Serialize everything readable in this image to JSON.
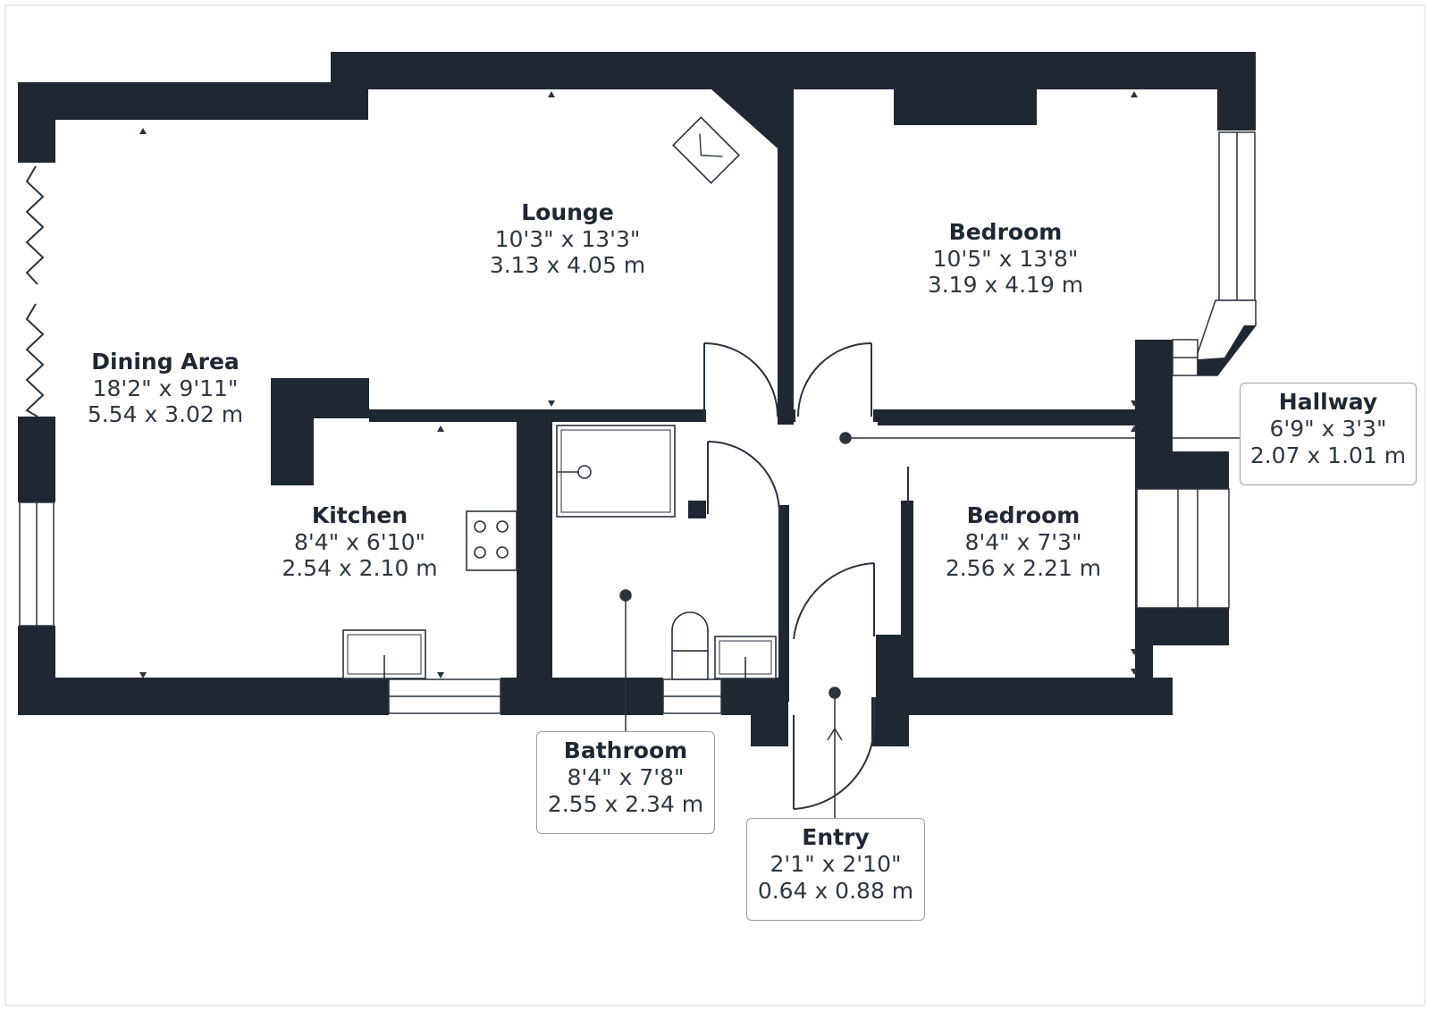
{
  "rooms": {
    "lounge": {
      "name": "Lounge",
      "imperial": "10'3\" x 13'3\"",
      "metric": "3.13 x 4.05 m"
    },
    "bedroom1": {
      "name": "Bedroom",
      "imperial": "10'5\" x 13'8\"",
      "metric": "3.19 x 4.19 m"
    },
    "dining": {
      "name": "Dining Area",
      "imperial": "18'2\" x 9'11\"",
      "metric": "5.54 x 3.02 m"
    },
    "kitchen": {
      "name": "Kitchen",
      "imperial": "8'4\" x 6'10\"",
      "metric": "2.54 x 2.10 m"
    },
    "bedroom2": {
      "name": "Bedroom",
      "imperial": "8'4\" x 7'3\"",
      "metric": "2.56 x 2.21 m"
    },
    "hallway": {
      "name": "Hallway",
      "imperial": "6'9\" x 3'3\"",
      "metric": "2.07 x 1.01 m"
    },
    "bathroom": {
      "name": "Bathroom",
      "imperial": "8'4\" x 7'8\"",
      "metric": "2.55 x 2.34 m"
    },
    "entry": {
      "name": "Entry",
      "imperial": "2'1\" x 2'10\"",
      "metric": "0.64 x 0.88 m"
    }
  },
  "colors": {
    "wall": "#1f2733",
    "line": "#2b323c",
    "callout_border": "#9aa0a6",
    "background": "#ffffff"
  }
}
